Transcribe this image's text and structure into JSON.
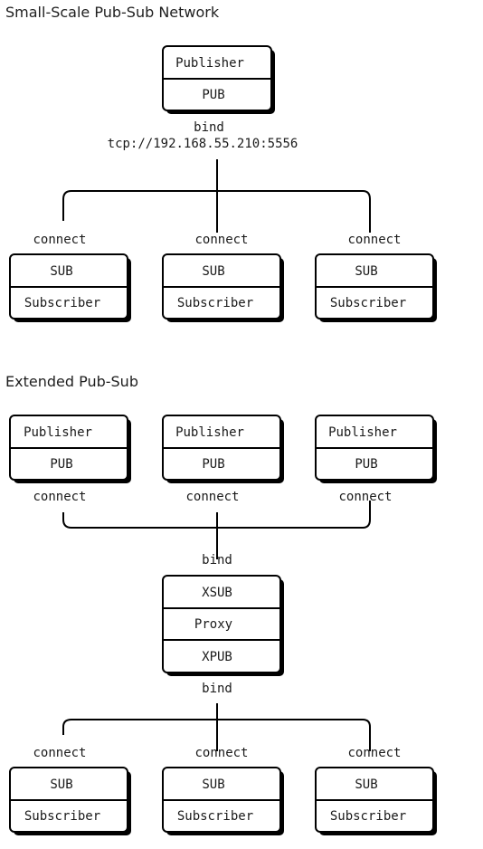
{
  "sections": [
    {
      "title": "Small-Scale Pub-Sub Network",
      "publisher": {
        "top": "Publisher",
        "bottom": "PUB"
      },
      "bind_label": "bind",
      "bind_address": "tcp://192.168.55.210:5556",
      "connect_label": "connect",
      "subscribers": [
        {
          "top": "SUB",
          "bottom": "Subscriber"
        },
        {
          "top": "SUB",
          "bottom": "Subscriber"
        },
        {
          "top": "SUB",
          "bottom": "Subscriber"
        }
      ]
    },
    {
      "title": "Extended Pub-Sub",
      "publishers": [
        {
          "top": "Publisher",
          "bottom": "PUB"
        },
        {
          "top": "Publisher",
          "bottom": "PUB"
        },
        {
          "top": "Publisher",
          "bottom": "PUB"
        }
      ],
      "connect_label": "connect",
      "bind_label": "bind",
      "proxy": {
        "top": "XSUB",
        "middle": "Proxy",
        "bottom": "XPUB"
      },
      "subscribers": [
        {
          "top": "SUB",
          "bottom": "Subscriber"
        },
        {
          "top": "SUB",
          "bottom": "Subscriber"
        },
        {
          "top": "SUB",
          "bottom": "Subscriber"
        }
      ]
    }
  ]
}
